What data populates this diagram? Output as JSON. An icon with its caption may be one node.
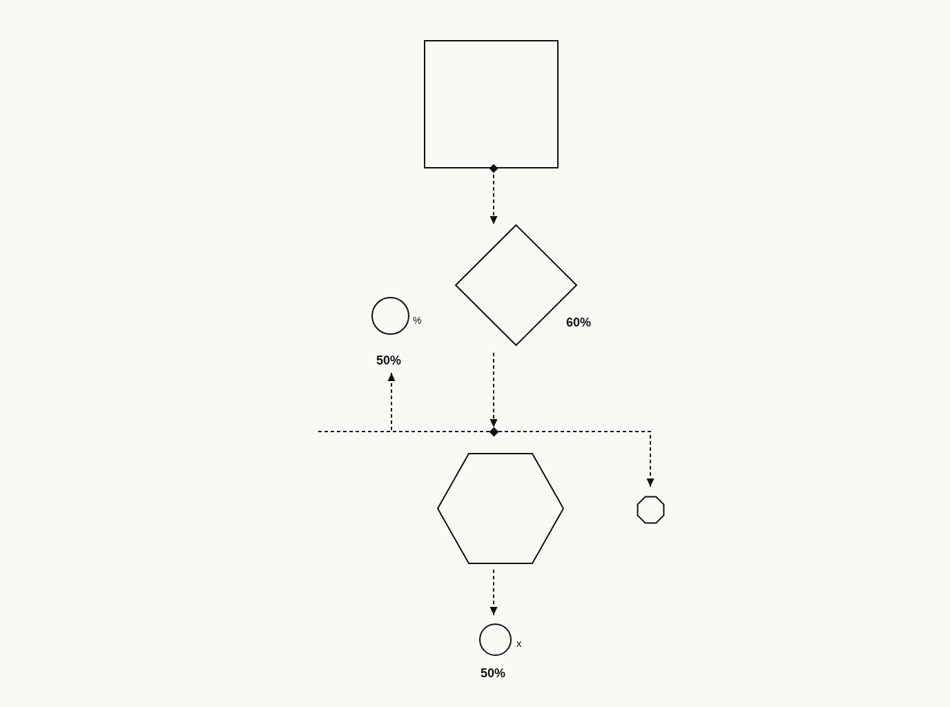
{
  "diagram": {
    "nodes": [
      {
        "text": [],
        "shape": "box"
      },
      {
        "text": [],
        "shape": "diamond",
        "beside": [
          "60%"
        ]
      },
      {
        "text": [],
        "shape": "circle",
        "beside": [
          "%",
          "50%"
        ]
      },
      {
        "text": [],
        "shape": "diamond"
      },
      {
        "text": [],
        "shape": "hexagon"
      },
      {
        "text": [],
        "shape": "octagon"
      },
      {
        "text": [],
        "shape": "circle",
        "beside": [
          "x",
          "50%"
        ]
      }
    ],
    "edges": [
      {
        "from": 0,
        "to": 1,
        "arrow": "to",
        "style": "dashed"
      },
      {
        "from": 1,
        "to": 3,
        "arrow": "to",
        "style": "dashed"
      },
      {
        "from": 3,
        "to": 2,
        "arrow": "to",
        "style": "dashed"
      },
      {
        "from": 3,
        "to": 5,
        "arrow": "to",
        "style": "dashed"
      },
      {
        "from": 3,
        "to": null,
        "arrow": "none",
        "style": "dashed"
      },
      {
        "from": 4,
        "to": 6,
        "arrow": "to",
        "style": "dashed"
      }
    ]
  }
}
